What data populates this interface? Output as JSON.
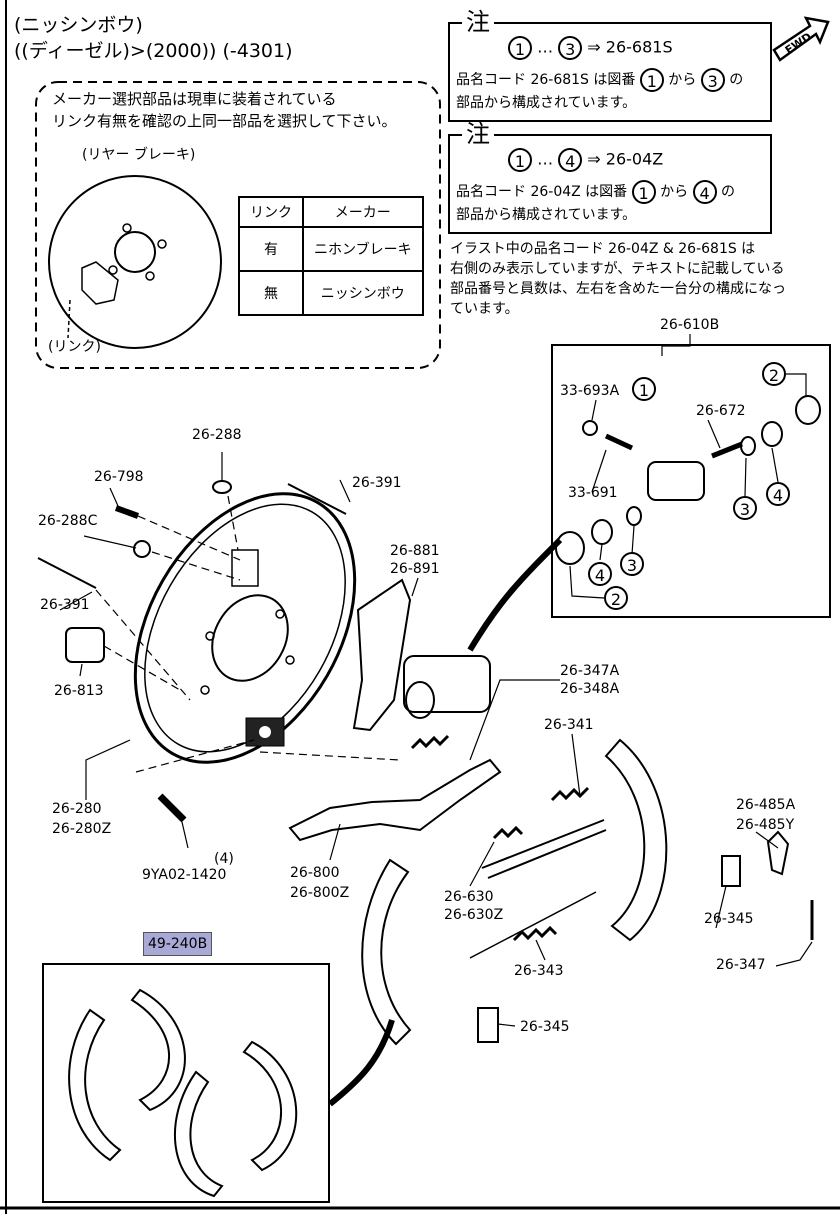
{
  "header": {
    "line1": "(ニッシンボウ)",
    "line2": "((ディーゼル)>(2000)) (-4301)"
  },
  "maker_note": {
    "line1": "メーカー選択部品は現車に装着されている",
    "line2": "リンク有無を確認の上同一部品を選択して下さい。",
    "rear_brake_label": "(リヤー ブレーキ)",
    "link_label": "(リンク)",
    "table": {
      "headers": [
        "リンク",
        "メーカー"
      ],
      "rows": [
        [
          "有",
          "ニホンブレーキ"
        ],
        [
          "無",
          "ニッシンボウ"
        ]
      ]
    }
  },
  "note1": {
    "title": "注",
    "range_from": "1",
    "range_to": "3",
    "ellipsis": "…",
    "arrow": "⇒",
    "code": "26-681S",
    "text_a": "品名コード 26-681S は図番",
    "from_num": "1",
    "kara": "から",
    "to_num": "3",
    "no": "の",
    "text_b": "部品から構成されています。"
  },
  "note2": {
    "title": "注",
    "range_from": "1",
    "range_to": "4",
    "ellipsis": "…",
    "arrow": "⇒",
    "code": "26-04Z",
    "text_a": "品名コード 26-04Z は図番",
    "from_num": "1",
    "kara": "から",
    "to_num": "4",
    "no": "の",
    "text_b": "部品から構成されています。"
  },
  "illustration_note": {
    "line1": "イラスト中の品名コード 26-04Z & 26-681S は",
    "line2": "右側のみ表示していますが、テキストに記載している",
    "line3": "部品番号と員数は、左右を含めた一台分の構成になっ",
    "line4": "ています。"
  },
  "fwd": "FWD",
  "highlight_part": "49-240B",
  "parts": {
    "p26_610B": "26-610B",
    "p33_693A": "33-693A",
    "c1": "1",
    "c2a": "2",
    "c2b": "2",
    "p26_672": "26-672",
    "p33_691": "33-691",
    "c3a": "3",
    "c3b": "3",
    "c4a": "4",
    "c4b": "4",
    "p26_288": "26-288",
    "p26_798": "26-798",
    "p26_391a": "26-391",
    "p26_288C": "26-288C",
    "p26_391b": "26-391",
    "p26_881": "26-881",
    "p26_891": "26-891",
    "p26_813": "26-813",
    "p26_347A": "26-347A",
    "p26_348A": "26-348A",
    "p26_341": "26-341",
    "p26_280": "26-280",
    "p26_280Z": "26-280Z",
    "qty4": "(4)",
    "p9YA02": "9YA02-1420",
    "p26_800": "26-800",
    "p26_800Z": "26-800Z",
    "p26_485A": "26-485A",
    "p26_485Y": "26-485Y",
    "p26_630": "26-630",
    "p26_630Z": "26-630Z",
    "p26_345a": "26-345",
    "p26_343": "26-343",
    "p26_347": "26-347",
    "p26_345b": "26-345"
  }
}
